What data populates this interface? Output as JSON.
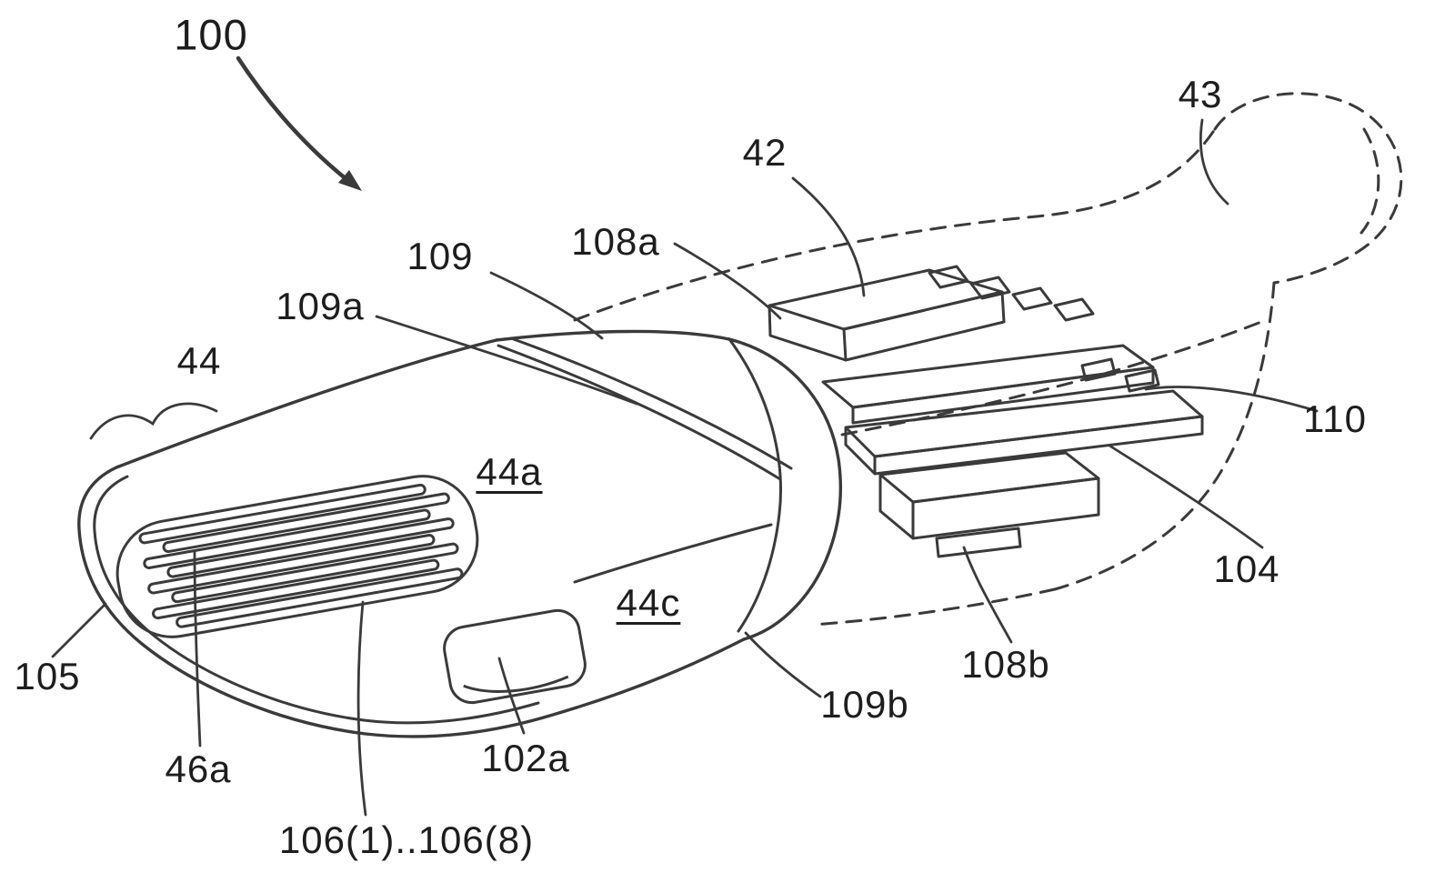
{
  "figure": {
    "type": "patent-line-drawing",
    "background": "#ffffff",
    "line_color": "#3a3a3a",
    "labels": {
      "n100": "100",
      "n42": "42",
      "n43": "43",
      "n44": "44",
      "n44a": "44a",
      "n44c": "44c",
      "n46a": "46a",
      "n102a": "102a",
      "n104": "104",
      "n105": "105",
      "n106": "106(1)..106(8)",
      "n108a": "108a",
      "n108b": "108b",
      "n109": "109",
      "n109a": "109a",
      "n109b": "109b",
      "n110": "110"
    }
  }
}
